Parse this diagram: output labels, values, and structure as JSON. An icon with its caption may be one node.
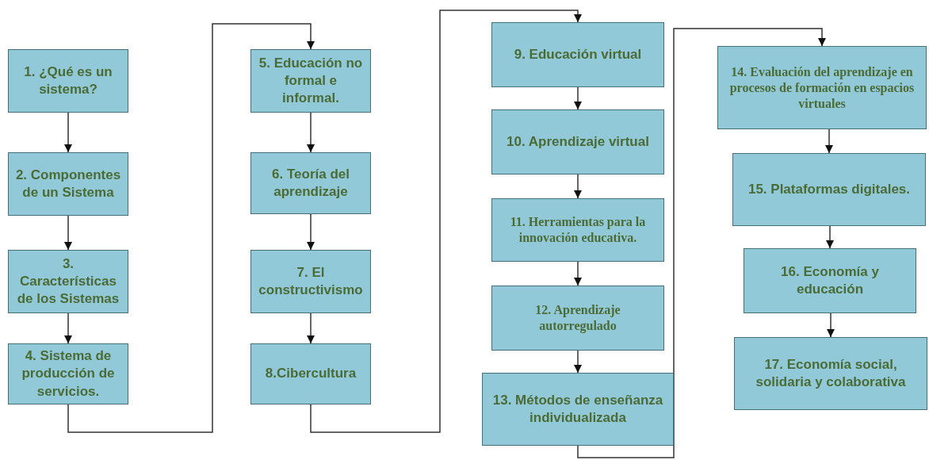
{
  "diagram": {
    "nodes": [
      {
        "text": [
          "1. ¿Qué es un sistema?"
        ]
      },
      {
        "text": [
          "2. Componentes de un Sistema"
        ]
      },
      {
        "text": [
          "3. Características de los Sistemas"
        ]
      },
      {
        "text": [
          "4. Sistema de producción de servicios."
        ]
      },
      {
        "text": [
          "5. Educación no formal e informal."
        ]
      },
      {
        "text": [
          "6. Teoría del aprendizaje"
        ]
      },
      {
        "text": [
          "7. El constructivismo"
        ]
      },
      {
        "text": [
          "8.Cibercultura"
        ]
      },
      {
        "text": [
          "9. Educación virtual"
        ]
      },
      {
        "text": [
          "10. Aprendizaje virtual"
        ]
      },
      {
        "text": [
          "11. Herramientas para la innovación educativa."
        ]
      },
      {
        "text": [
          "12. Aprendizaje autorregulado"
        ]
      },
      {
        "text": [
          "13. Métodos de enseñanza individualizada"
        ]
      },
      {
        "text": [
          "14. Evaluación del aprendizaje en procesos de formación en espacios virtuales"
        ]
      },
      {
        "text": [
          "15. Plataformas digitales."
        ]
      },
      {
        "text": [
          "16. Economía y educación"
        ]
      },
      {
        "text": [
          "17. Economía social, solidaria y colaborativa"
        ]
      }
    ],
    "edges": [
      {
        "from": 0,
        "to": 1,
        "arrow": "to"
      },
      {
        "from": 1,
        "to": 2,
        "arrow": "to"
      },
      {
        "from": 2,
        "to": 3,
        "arrow": "to"
      },
      {
        "from": 3,
        "to": 4,
        "arrow": "to"
      },
      {
        "from": 4,
        "to": 5,
        "arrow": "to"
      },
      {
        "from": 5,
        "to": 6,
        "arrow": "to"
      },
      {
        "from": 6,
        "to": 7,
        "arrow": "to"
      },
      {
        "from": 7,
        "to": 8,
        "arrow": "to"
      },
      {
        "from": 8,
        "to": 9,
        "arrow": "to"
      },
      {
        "from": 9,
        "to": 10,
        "arrow": "to"
      },
      {
        "from": 10,
        "to": 11,
        "arrow": "to"
      },
      {
        "from": 11,
        "to": 12,
        "arrow": "to"
      },
      {
        "from": 12,
        "to": 13,
        "arrow": "to"
      },
      {
        "from": 13,
        "to": 14,
        "arrow": "to"
      },
      {
        "from": 14,
        "to": 15,
        "arrow": "to"
      },
      {
        "from": 15,
        "to": 16,
        "arrow": "to"
      }
    ]
  }
}
